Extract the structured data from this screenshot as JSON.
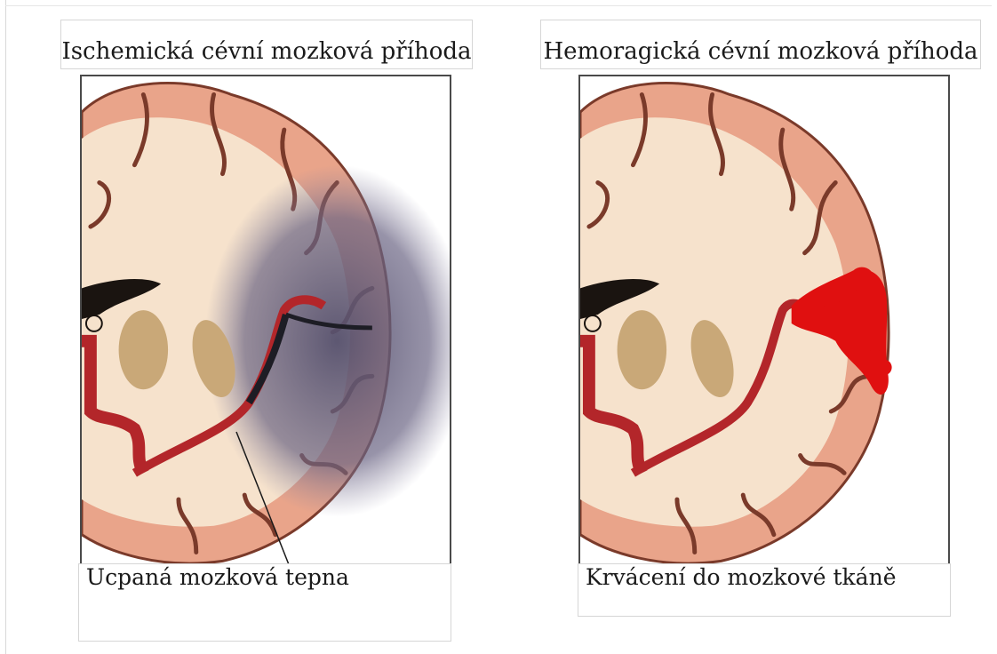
{
  "panels": [
    {
      "title": "Ischemická cévní mozková příhoda",
      "caption": "Ucpaná mozková tepna",
      "type": "ischemic"
    },
    {
      "title": "Hemoragická cévní mozková příhoda",
      "caption": "Krvácení do mozkové tkáně",
      "type": "hemorrhagic"
    }
  ],
  "colors": {
    "cortex": "#e9a48a",
    "cortex_dark": "#7a3a2a",
    "white_matter": "#f6e2cc",
    "artery": "#b3262a",
    "ischemia": "#5d5672",
    "hemorrhage": "#e01010",
    "nuclei": "#c9a878"
  }
}
